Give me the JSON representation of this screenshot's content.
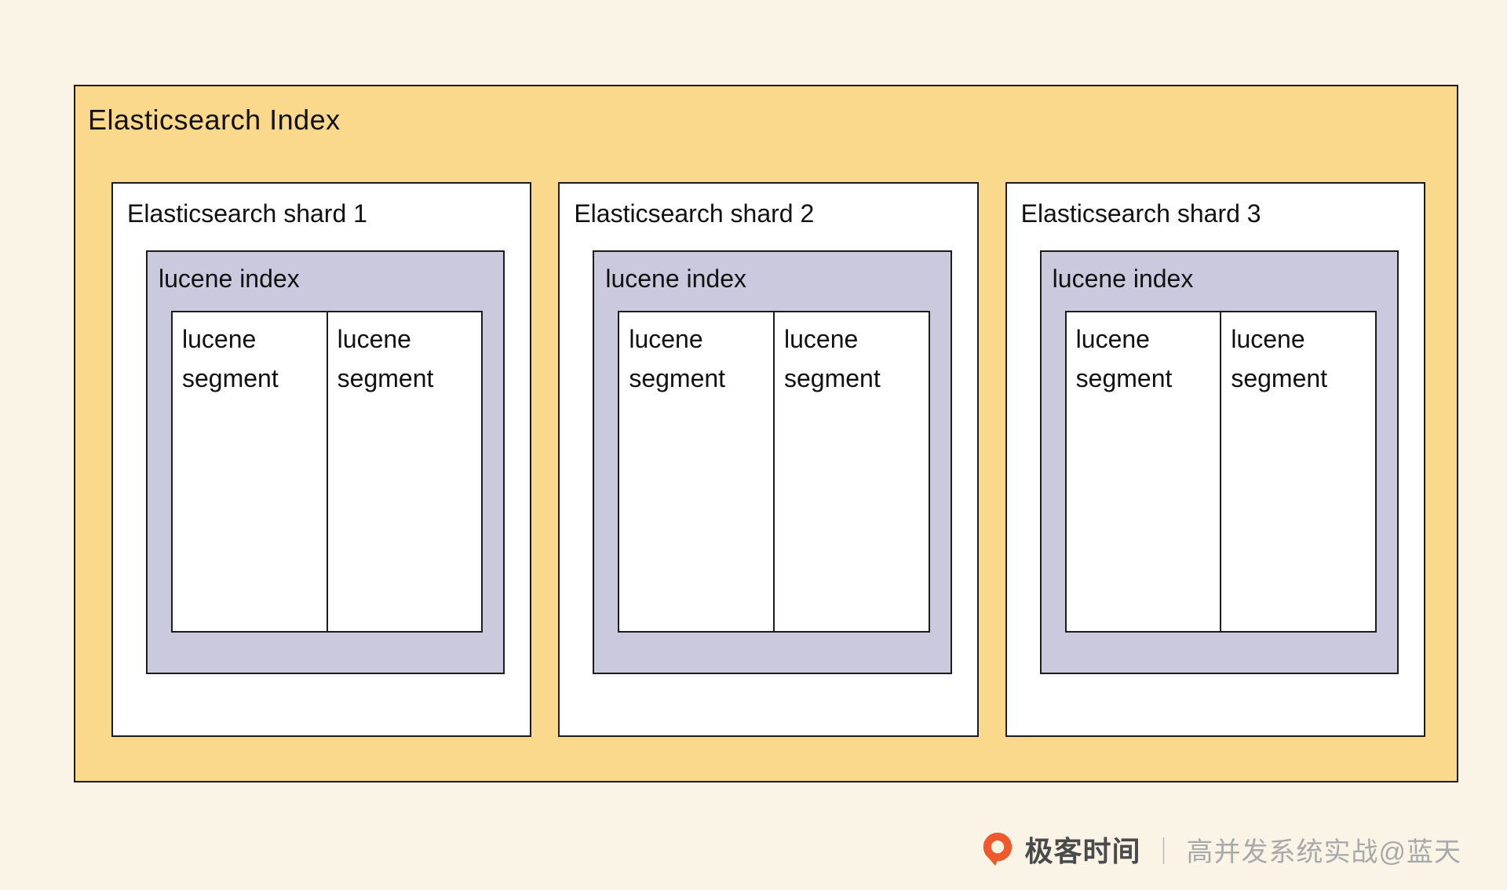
{
  "diagram": {
    "index_title": "Elasticsearch Index",
    "shards": [
      {
        "title": "Elasticsearch shard 1",
        "lucene_index_label": "lucene index",
        "segments": [
          "lucene segment",
          "lucene segment"
        ]
      },
      {
        "title": "Elasticsearch shard 2",
        "lucene_index_label": "lucene index",
        "segments": [
          "lucene segment",
          "lucene segment"
        ]
      },
      {
        "title": "Elasticsearch shard 3",
        "lucene_index_label": "lucene index",
        "segments": [
          "lucene segment",
          "lucene segment"
        ]
      }
    ]
  },
  "footer": {
    "brand": "极客时间",
    "separator": "｜",
    "credit": "高并发系统实战@蓝天"
  },
  "colors": {
    "background": "#FAF4E6",
    "index_fill": "#FBD98C",
    "lucene_fill": "#CBC9DD",
    "segment_fill": "#FFFFFF",
    "border": "#1C1C1C",
    "logo_orange": "#F0592B",
    "brand_text": "#4A4A4A",
    "credit_text": "#A9A9A9"
  }
}
